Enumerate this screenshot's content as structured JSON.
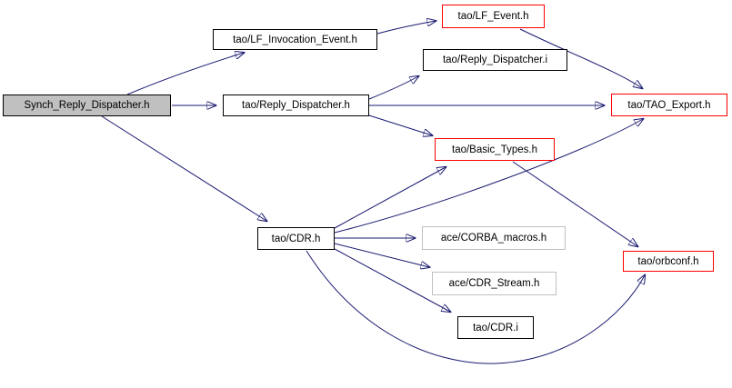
{
  "diagram": {
    "kind": "include-dependency-graph",
    "root": "Synch_Reply_Dispatcher.h"
  },
  "colors": {
    "edge": "#191970",
    "node_border_default": "#000000",
    "node_border_truncated": "#ff0000",
    "node_border_external": "#c0c0c0",
    "root_fill": "#c0c0c0",
    "node_fill": "#ffffff",
    "text": "#000000",
    "background": "#ffffff"
  },
  "nodes": [
    {
      "id": "synch_reply_dispatcher_h",
      "label": "Synch_Reply_Dispatcher.h",
      "border": "black",
      "fill": "gray",
      "role": "root"
    },
    {
      "id": "lf_invocation_event_h",
      "label": "tao/LF_Invocation_Event.h",
      "border": "black",
      "fill": "white"
    },
    {
      "id": "lf_event_h",
      "label": "tao/LF_Event.h",
      "border": "red",
      "fill": "white"
    },
    {
      "id": "reply_dispatcher_i",
      "label": "tao/Reply_Dispatcher.i",
      "border": "black",
      "fill": "white"
    },
    {
      "id": "reply_dispatcher_h",
      "label": "tao/Reply_Dispatcher.h",
      "border": "black",
      "fill": "white"
    },
    {
      "id": "tao_export_h",
      "label": "tao/TAO_Export.h",
      "border": "red",
      "fill": "white"
    },
    {
      "id": "basic_types_h",
      "label": "tao/Basic_Types.h",
      "border": "red",
      "fill": "white"
    },
    {
      "id": "cdr_h",
      "label": "tao/CDR.h",
      "border": "black",
      "fill": "white"
    },
    {
      "id": "corba_macros_h",
      "label": "ace/CORBA_macros.h",
      "border": "gray",
      "fill": "white"
    },
    {
      "id": "cdr_stream_h",
      "label": "ace/CDR_Stream.h",
      "border": "gray",
      "fill": "white"
    },
    {
      "id": "cdr_i",
      "label": "tao/CDR.i",
      "border": "black",
      "fill": "white"
    },
    {
      "id": "orbconf_h",
      "label": "tao/orbconf.h",
      "border": "red",
      "fill": "white"
    }
  ],
  "edges": [
    {
      "from": "Synch_Reply_Dispatcher.h",
      "to": "tao/LF_Invocation_Event.h"
    },
    {
      "from": "Synch_Reply_Dispatcher.h",
      "to": "tao/Reply_Dispatcher.h"
    },
    {
      "from": "Synch_Reply_Dispatcher.h",
      "to": "tao/CDR.h"
    },
    {
      "from": "tao/LF_Invocation_Event.h",
      "to": "tao/LF_Event.h"
    },
    {
      "from": "tao/LF_Event.h",
      "to": "tao/TAO_Export.h"
    },
    {
      "from": "tao/Reply_Dispatcher.h",
      "to": "tao/Reply_Dispatcher.i"
    },
    {
      "from": "tao/Reply_Dispatcher.h",
      "to": "tao/TAO_Export.h"
    },
    {
      "from": "tao/Reply_Dispatcher.h",
      "to": "tao/Basic_Types.h"
    },
    {
      "from": "tao/Basic_Types.h",
      "to": "tao/orbconf.h"
    },
    {
      "from": "tao/CDR.h",
      "to": "tao/Basic_Types.h"
    },
    {
      "from": "tao/CDR.h",
      "to": "tao/TAO_Export.h"
    },
    {
      "from": "tao/CDR.h",
      "to": "ace/CORBA_macros.h"
    },
    {
      "from": "tao/CDR.h",
      "to": "ace/CDR_Stream.h"
    },
    {
      "from": "tao/CDR.h",
      "to": "tao/CDR.i"
    },
    {
      "from": "tao/CDR.h",
      "to": "tao/orbconf.h"
    }
  ]
}
